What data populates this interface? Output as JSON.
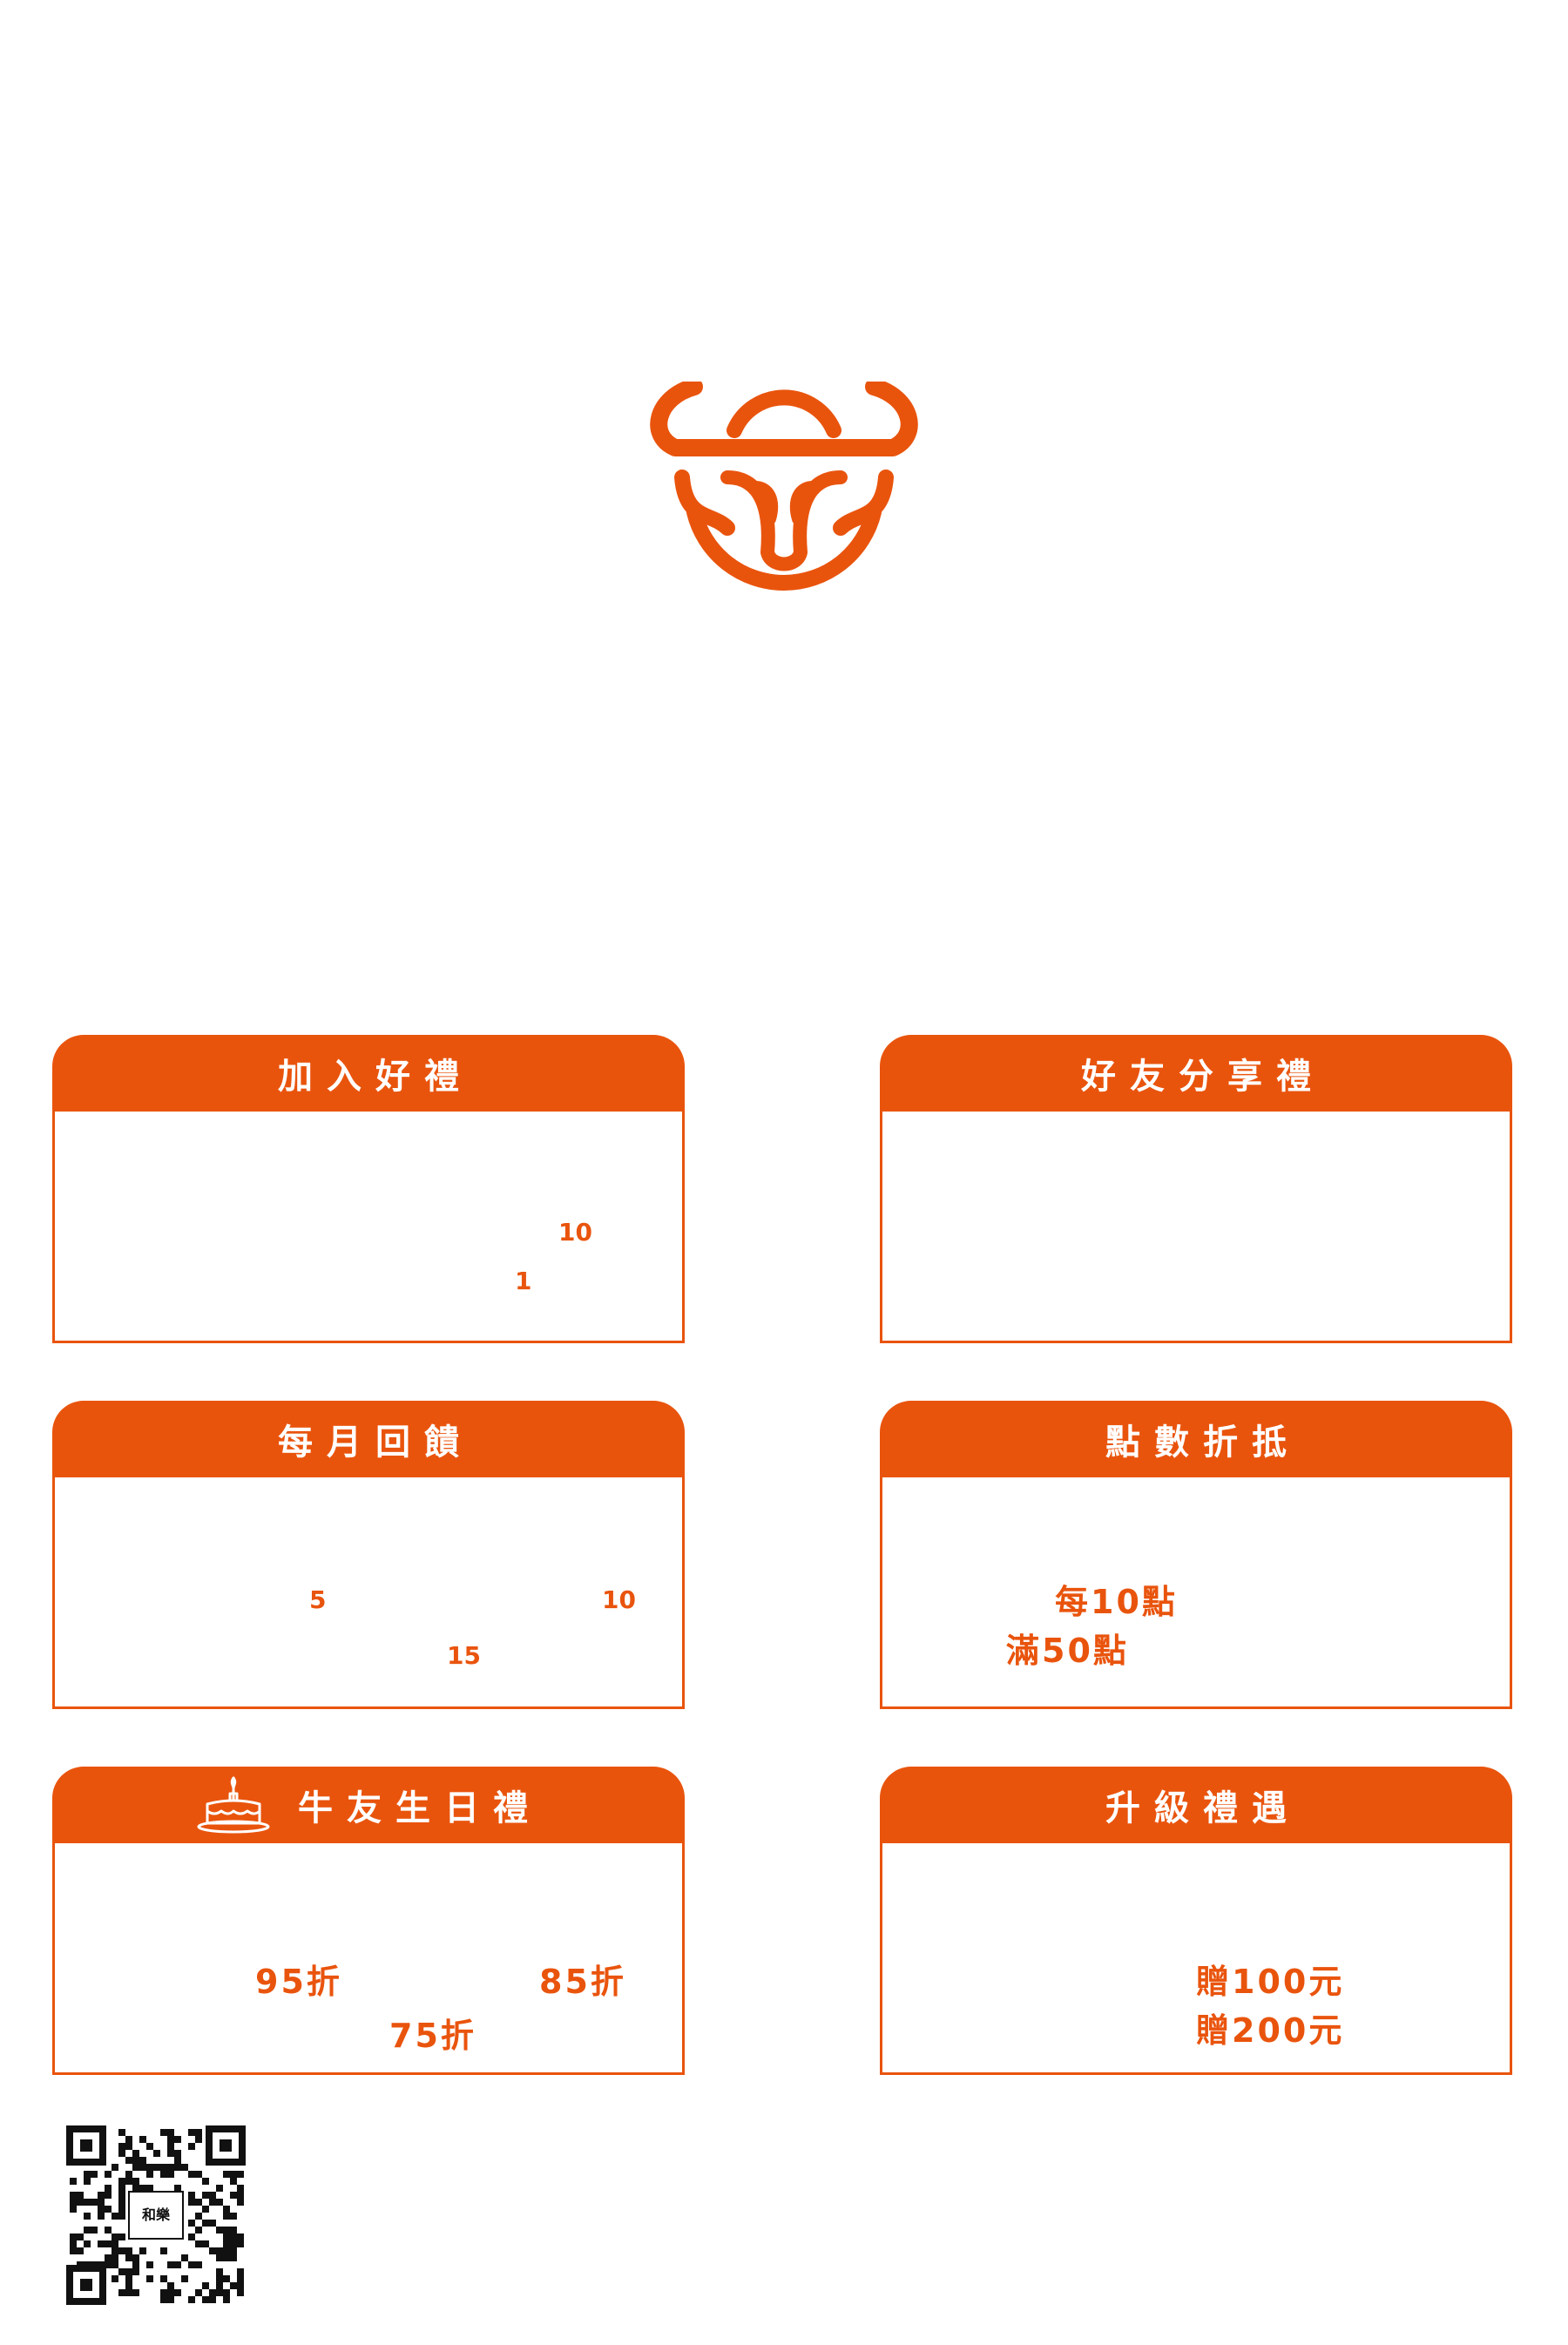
{
  "brand": {
    "accent": "#e9540d",
    "logo_icon": "bull-head-icon"
  },
  "cards": {
    "join": {
      "title": "加入好禮",
      "values": [
        "10",
        "1"
      ]
    },
    "share": {
      "title": "好友分享禮"
    },
    "monthly": {
      "title": "每月回饋",
      "values": [
        "5",
        "10",
        "15"
      ]
    },
    "points": {
      "title": "點數折抵",
      "values": [
        "每10點",
        "滿50點"
      ]
    },
    "birthday": {
      "title": "牛友生日禮",
      "icon": "birthday-cake-icon",
      "values": [
        "95折",
        "85折",
        "75折"
      ]
    },
    "upgrade": {
      "title": "升級禮遇",
      "values": [
        "贈100元",
        "贈200元"
      ]
    }
  },
  "qr": {
    "icon": "qr-code-icon",
    "center_text": "和樂"
  }
}
